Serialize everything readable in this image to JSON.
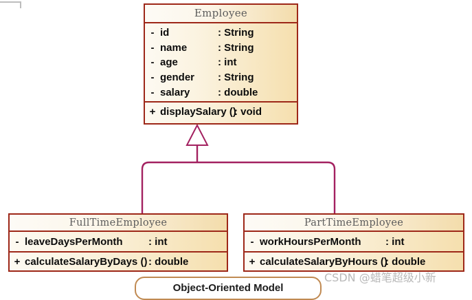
{
  "diagram": {
    "type": "uml-class-diagram",
    "caption": "Object-Oriented Model",
    "relationship": "generalization",
    "accent_border": "#9d2718",
    "connector_color": "#a32160",
    "fill_gradient": [
      "#fdfaf2",
      "#f5dfae"
    ]
  },
  "classes": {
    "parent": {
      "name": "Employee",
      "attributes": [
        {
          "visibility": "-",
          "name": "id",
          "type": ": String"
        },
        {
          "visibility": "-",
          "name": "name",
          "type": ": String"
        },
        {
          "visibility": "-",
          "name": "age",
          "type": ": int"
        },
        {
          "visibility": "-",
          "name": "gender",
          "type": ": String"
        },
        {
          "visibility": "-",
          "name": "salary",
          "type": ": double"
        }
      ],
      "operations": [
        {
          "visibility": "+",
          "name": "displaySalary ()",
          "type": ": void"
        }
      ]
    },
    "child_left": {
      "name": "FullTimeEmployee",
      "attributes": [
        {
          "visibility": "-",
          "name": "leaveDaysPerMonth",
          "type": ": int"
        }
      ],
      "operations": [
        {
          "visibility": "+",
          "name": "calculateSalaryByDays ()",
          "type": ": double"
        }
      ]
    },
    "child_right": {
      "name": "PartTimeEmployee",
      "attributes": [
        {
          "visibility": "-",
          "name": "workHoursPerMonth",
          "type": ": int"
        }
      ],
      "operations": [
        {
          "visibility": "+",
          "name": "calculateSalaryByHours ()",
          "type": ": double"
        }
      ]
    }
  },
  "watermark": {
    "text": "CSDN @蜡笔超级小新"
  }
}
